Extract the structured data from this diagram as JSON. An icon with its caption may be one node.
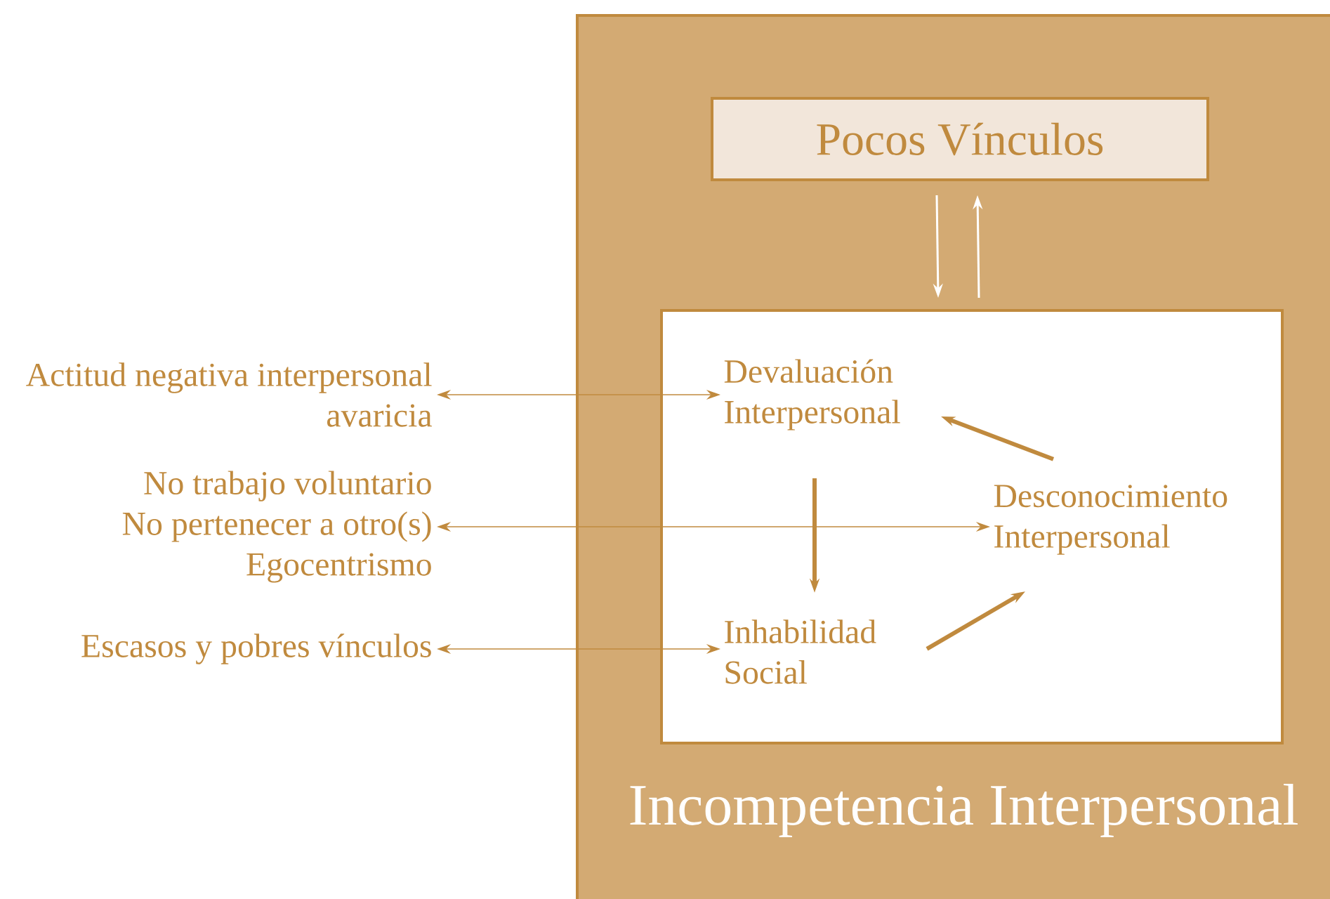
{
  "diagram": {
    "nodes": [
      {
        "text": [
          "Incompetencia Interpersonal"
        ]
      },
      {
        "text": [
          "Pocos Vínculos"
        ],
        "in": 0
      },
      {
        "text": [],
        "shape": "box",
        "in": 0
      },
      {
        "text": [
          "Devaluación Interpersonal"
        ],
        "in": 2
      },
      {
        "text": [
          "Desconocimiento Interpersonal"
        ],
        "in": 2
      },
      {
        "text": [
          "Inhabilidad Social"
        ],
        "in": 2
      },
      {
        "text": [
          "Actitud negativa interpersonal avaricia"
        ]
      },
      {
        "text": [
          "No trabajo voluntario",
          "No pertenecer a otro(s)",
          "Egocentrismo"
        ]
      },
      {
        "text": [
          "Escasos y pobres vínculos"
        ]
      }
    ],
    "edges": [
      {
        "from": 1,
        "to": 2,
        "arrow": "to",
        "color": "#ffffff"
      },
      {
        "from": 2,
        "to": 1,
        "arrow": "to",
        "color": "#ffffff"
      },
      {
        "from": 6,
        "to": 3,
        "arrow": "both"
      },
      {
        "from": 7,
        "to": 4,
        "arrow": "both"
      },
      {
        "from": 8,
        "to": 5,
        "arrow": "both"
      },
      {
        "from": 3,
        "to": 5,
        "arrow": "to",
        "style": "thick"
      },
      {
        "from": 4,
        "to": 3,
        "arrow": "to",
        "style": "thick"
      },
      {
        "from": 5,
        "to": 4,
        "arrow": "to",
        "style": "thick"
      }
    ]
  }
}
